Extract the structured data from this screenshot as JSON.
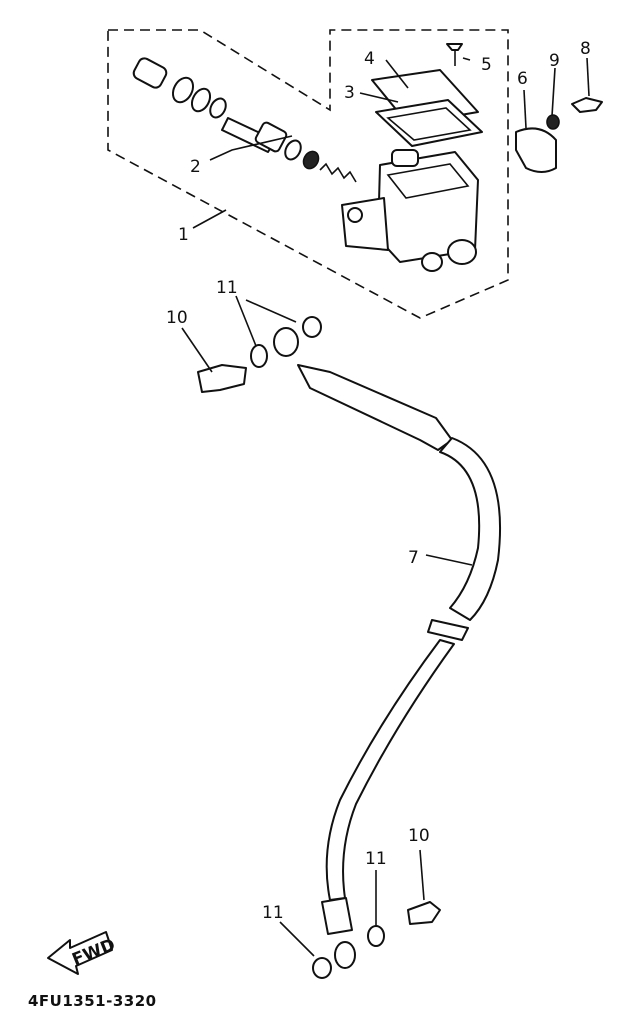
{
  "callouts": {
    "p1": "1",
    "p2": "2",
    "p3": "3",
    "p4": "4",
    "p5": "5",
    "p6": "6",
    "p7": "7",
    "p8": "8",
    "p9": "9",
    "p10_top": "10",
    "p10_bottom": "10",
    "p11_top": "11",
    "p11_mid": "11",
    "p11_bottom": "11"
  },
  "fwd_badge": "FWD",
  "diagram_code": "4FU1351-3320",
  "colors": {
    "ink": "#111111",
    "background": "#ffffff"
  }
}
